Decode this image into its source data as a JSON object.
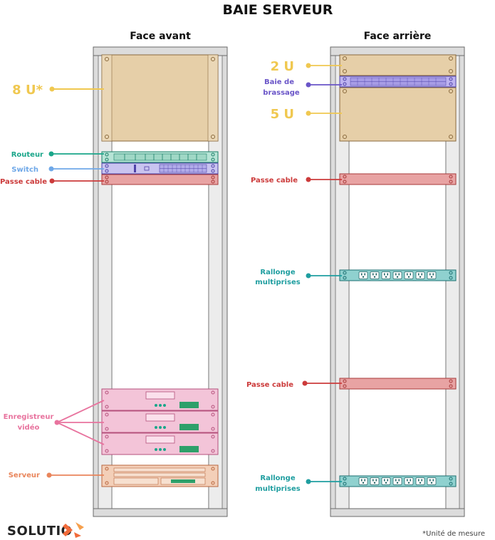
{
  "title": "BAIE SERVEUR",
  "front": {
    "heading": "Face avant",
    "labels": {
      "size": "8 U*",
      "router": "Routeur",
      "switch": "Switch",
      "cable_pass": "Passe cable",
      "recorder_line1": "Enregistreur",
      "recorder_line2": "vidéo",
      "server": "Serveur"
    }
  },
  "back": {
    "heading": "Face arrière",
    "labels": {
      "size_top": "2 U",
      "patch_line1": "Baie de",
      "patch_line2": "brassage",
      "size_bottom": "5 U",
      "cable_pass_1": "Passe cable",
      "power_1_line1": "Rallonge",
      "power_1_line2": "multiprises",
      "cable_pass_2": "Passe cable",
      "power_2_line1": "Rallonge",
      "power_2_line2": "multiprises"
    }
  },
  "footer": {
    "brand": "SOLUTIO",
    "footnote": "*Unité de mesure"
  },
  "colors": {
    "yellow": "#f0c850",
    "green": "#1aa68a",
    "blue": "#6fa8e8",
    "red": "#cc3b3b",
    "pink": "#e8739e",
    "orange": "#e9855b",
    "purple": "#6a55c8",
    "teal": "#1f9ea0",
    "rack_frame": "#d4d4d4"
  }
}
